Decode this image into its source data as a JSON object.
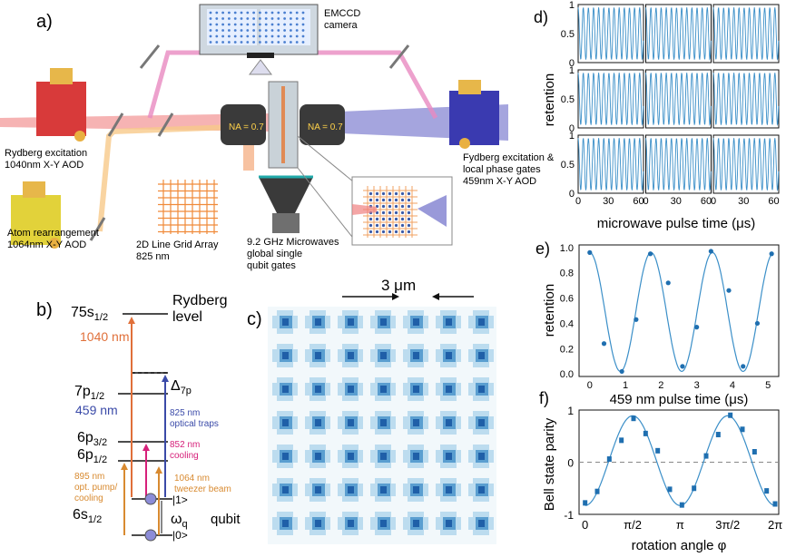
{
  "panel_a": {
    "label": "a)",
    "camera": "EMCCD\ncamera",
    "na_left": "NA = 0.7",
    "na_right": "NA = 0.7",
    "rydberg_1040": "Rydberg excitation\n1040nm X-Y AOD",
    "rydberg_459": "Fydberg excitation &\nlocal phase gates\n459nm X-Y  AOD",
    "atom_rearr": "Atom rearrangement\n1064nm X-Y AOD",
    "grid_array": "2D Line Grid Array\n825 nm",
    "microwaves": "9.2 GHz Microwaves\nglobal single\nqubit gates"
  },
  "panel_b": {
    "label": "b)",
    "level_75s": "75s",
    "level_75s_sub": "1/2",
    "rydberg_level": "Rydberg\nlevel",
    "nm_1040": "1040 nm",
    "level_7p": "7p",
    "level_7p_sub": "1/2",
    "delta": "Δ",
    "delta_sub": "7p",
    "nm_459": "459 nm",
    "nm_825": "825 nm\noptical traps",
    "level_6p32": "6p",
    "level_6p32_sub": "3/2",
    "level_6p12": "6p",
    "level_6p12_sub": "1/2",
    "nm_852": "852 nm\ncooling",
    "nm_895": "895 nm\nopt. pump/\ncooling",
    "nm_1064": "1064 nm\ntweezer beam",
    "ket1": "|1>",
    "ket0": "|0>",
    "level_6s": "6s",
    "level_6s_sub": "1/2",
    "omega": "ω",
    "omega_sub": "q",
    "qubit": "qubit",
    "colors": {
      "red": "#e0703a",
      "blue": "#3a4aa8",
      "magenta": "#d6207a",
      "orange": "#d88a30",
      "atom": "#8c8cd8"
    }
  },
  "panel_c": {
    "label": "c)",
    "scale": "3 μm",
    "grid": {
      "rows": 7,
      "cols": 7
    }
  },
  "chart_data": [
    {
      "id": "d",
      "type": "line",
      "label": "d)",
      "ylabel": "retention",
      "xlabel": "microwave pulse time (μs)",
      "grid": "3x3",
      "xlim": [
        0,
        65
      ],
      "ylim": [
        0,
        1
      ],
      "xticks": [
        0,
        30,
        60
      ],
      "yticks": [
        0,
        0.5,
        1
      ],
      "ytick_labels": [
        "0",
        "0.5",
        "1"
      ],
      "rabi_period_us": 10.2,
      "amplitude": [
        0.05,
        0.95
      ]
    },
    {
      "id": "e",
      "type": "line",
      "label": "e)",
      "ylabel": "retention",
      "xlabel": "459 nm pulse time (μs)",
      "xlim": [
        -0.3,
        5.3
      ],
      "ylim": [
        -0.02,
        1.02
      ],
      "xticks": [
        0,
        1,
        2,
        3,
        4,
        5
      ],
      "yticks": [
        0.0,
        0.2,
        0.4,
        0.6,
        0.8,
        1.0
      ],
      "ytick_labels": [
        "0.0",
        "0.2",
        "0.4",
        "0.6",
        "0.8",
        "1.0"
      ],
      "x": [
        0,
        0.4,
        0.9,
        1.3,
        1.7,
        2.2,
        2.6,
        3.0,
        3.4,
        3.9,
        4.3,
        4.7,
        5.1
      ],
      "y": [
        0.96,
        0.24,
        0.02,
        0.43,
        0.95,
        0.72,
        0.06,
        0.37,
        0.97,
        0.66,
        0.06,
        0.4,
        0.95
      ]
    },
    {
      "id": "f",
      "type": "line",
      "label": "f)",
      "ylabel": "Bell state parity",
      "xlabel": "rotation angle φ",
      "xlim": [
        -0.2,
        6.4
      ],
      "ylim": [
        -1,
        1
      ],
      "xticks": [
        0,
        1.5708,
        3.1416,
        4.7124,
        6.2832
      ],
      "xtick_labels": [
        "0",
        "π/2",
        "π",
        "3π/2",
        "2π"
      ],
      "yticks": [
        -1,
        0,
        1
      ],
      "ytick_labels": [
        "-1",
        "0",
        "1"
      ],
      "x": [
        0,
        0.4,
        0.8,
        1.2,
        1.6,
        2.0,
        2.4,
        2.8,
        3.2,
        3.6,
        4.0,
        4.4,
        4.8,
        5.2,
        5.6,
        6.0,
        6.28
      ],
      "y": [
        -0.78,
        -0.56,
        0.06,
        0.42,
        0.84,
        0.55,
        0.22,
        -0.52,
        -0.82,
        -0.5,
        0.12,
        0.53,
        0.9,
        0.63,
        0.2,
        -0.55,
        -0.8
      ]
    }
  ]
}
